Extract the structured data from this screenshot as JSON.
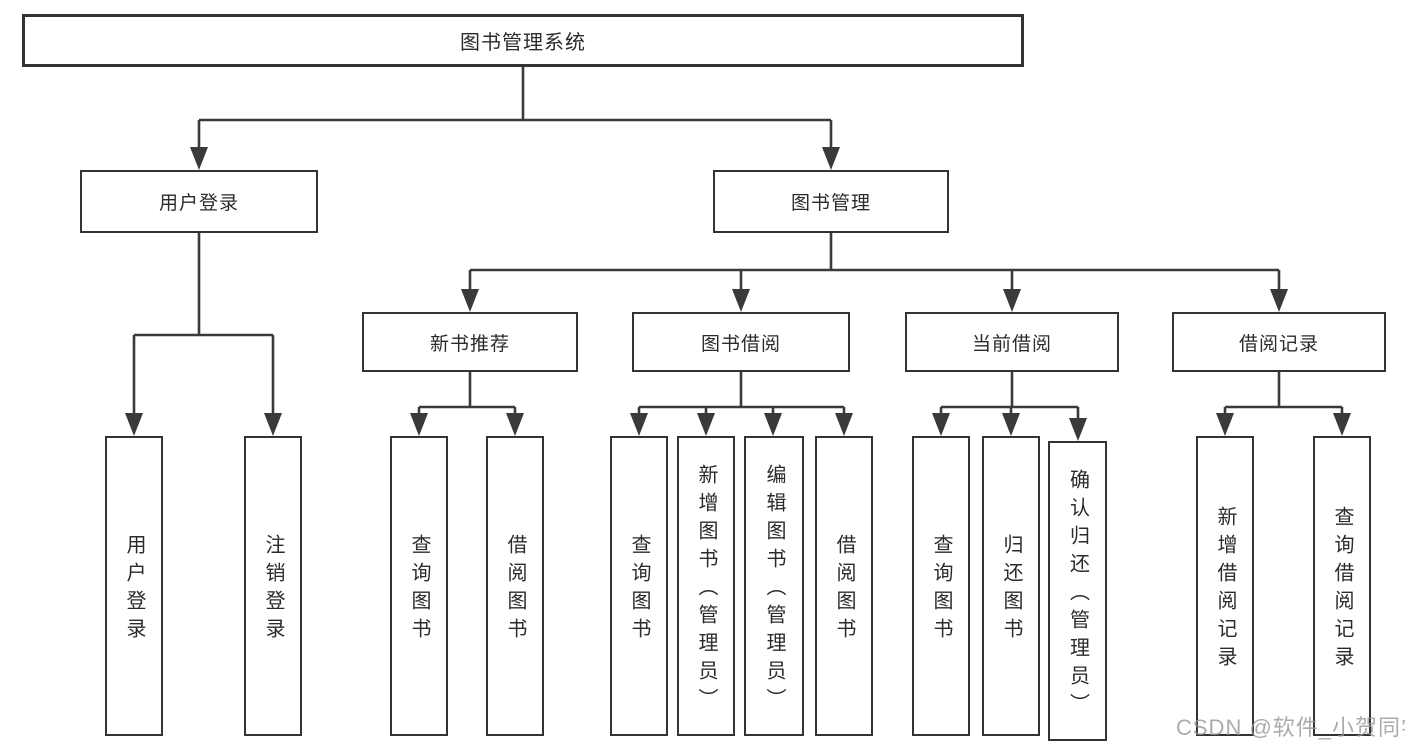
{
  "diagram": {
    "type": "hierarchy-tree",
    "root": {
      "label": "图书管理系统",
      "children": [
        {
          "label": "用户登录",
          "children": [
            {
              "label": "用户登录"
            },
            {
              "label": "注销登录"
            }
          ]
        },
        {
          "label": "图书管理",
          "children": [
            {
              "label": "新书推荐",
              "children": [
                {
                  "label": "查询图书"
                },
                {
                  "label": "借阅图书"
                }
              ]
            },
            {
              "label": "图书借阅",
              "children": [
                {
                  "label": "查询图书"
                },
                {
                  "label": "新增图书（管理员）"
                },
                {
                  "label": "编辑图书（管理员）"
                },
                {
                  "label": "借阅图书"
                }
              ]
            },
            {
              "label": "当前借阅",
              "children": [
                {
                  "label": "查询图书"
                },
                {
                  "label": "归还图书"
                },
                {
                  "label": "确认归还（管理员）"
                }
              ]
            },
            {
              "label": "借阅记录",
              "children": [
                {
                  "label": "新增借阅记录"
                },
                {
                  "label": "查询借阅记录"
                }
              ]
            }
          ]
        }
      ]
    },
    "watermark": "CSDN @软件_小贺同学",
    "colors": {
      "line": "#3a3a3a",
      "box_border": "#333333",
      "text": "#2b2b2b",
      "watermark": "#969696",
      "background": "#ffffff"
    }
  }
}
